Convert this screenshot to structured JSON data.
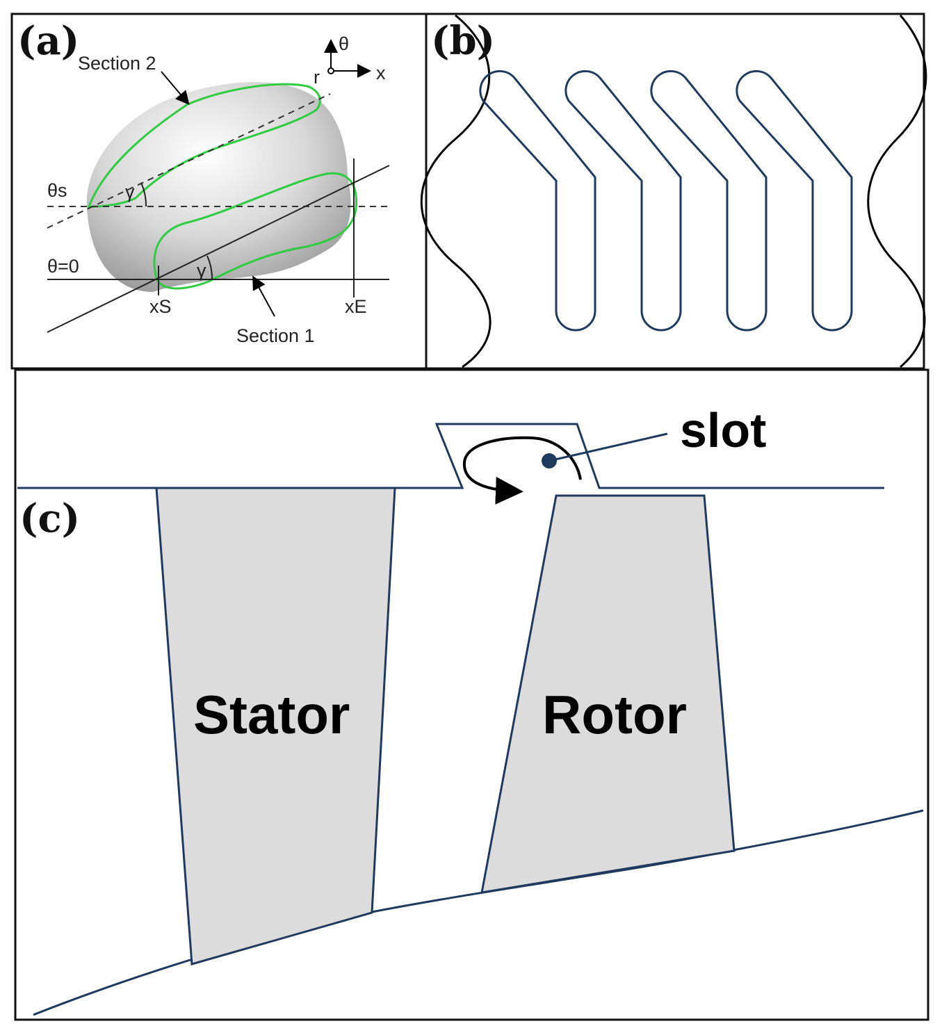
{
  "panel_a": {
    "label": "(a)",
    "section1": "Section 1",
    "section2": "Section 2",
    "theta_s": "θs",
    "theta_zero": "θ=0",
    "gamma_upper": "γ",
    "gamma_lower": "γ",
    "x_s": "xS",
    "x_e": "xE",
    "axis_theta": "θ",
    "axis_r": "r",
    "axis_x": "x",
    "colors": {
      "section_outline": "#2ecc40",
      "surface": "#d4d4d4"
    }
  },
  "panel_b": {
    "label": "(b)",
    "slot_count": 4,
    "colors": {
      "slot_outline": "#1f3a5f",
      "wall": "#000000"
    }
  },
  "panel_c": {
    "label": "(c)",
    "slot": "slot",
    "stator": "Stator",
    "rotor": "Rotor",
    "colors": {
      "outline": "#1f3a5f",
      "blade_fill": "#dcdcdc"
    }
  }
}
